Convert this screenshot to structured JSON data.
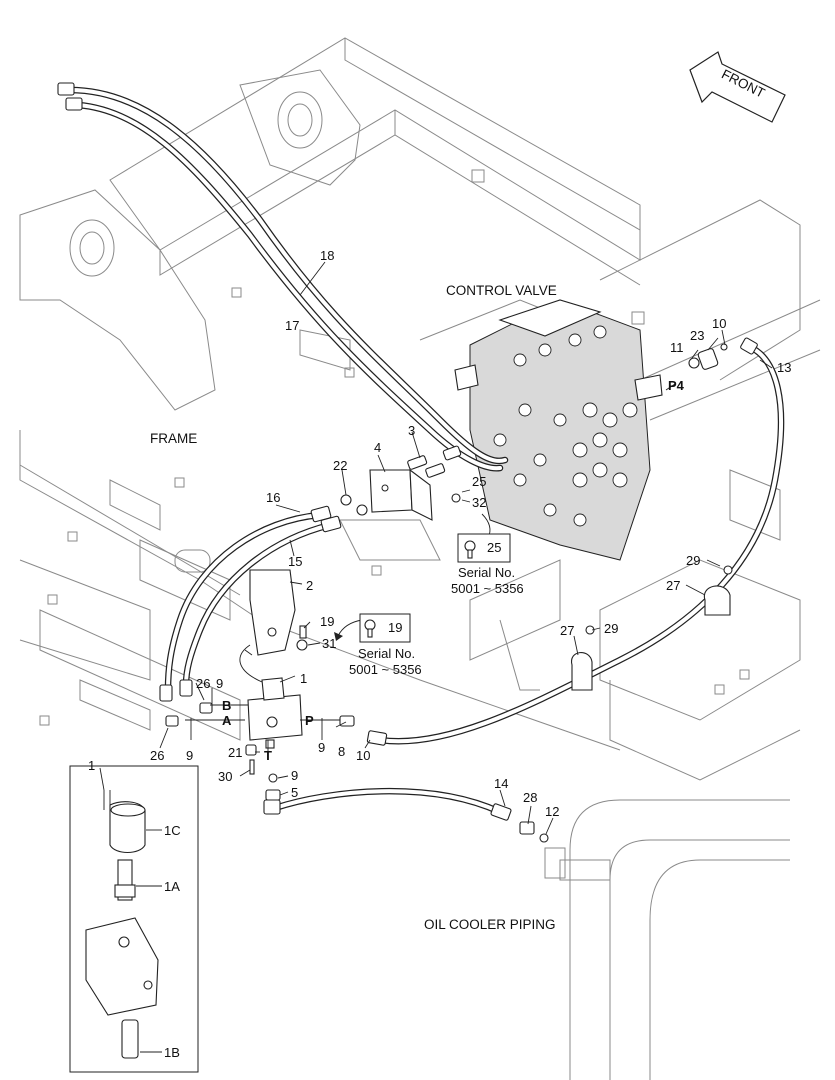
{
  "labels": {
    "control_valve": "CONTROL VALVE",
    "frame": "FRAME",
    "oil_cooler_piping": "OIL COOLER PIPING",
    "front": "FRONT"
  },
  "callouts": {
    "n1": "1",
    "n2": "2",
    "n3": "3",
    "n4": "4",
    "n5": "5",
    "n8": "8",
    "n9a": "9",
    "n9b": "9",
    "n9c": "9",
    "n9d": "9",
    "n10a": "10",
    "n10b": "10",
    "n11": "11",
    "n12": "12",
    "n13": "13",
    "n14": "14",
    "n15": "15",
    "n16": "16",
    "n17": "17",
    "n18": "18",
    "n19": "19",
    "n21": "21",
    "n22": "22",
    "n23": "23",
    "n25": "25",
    "n26a": "26",
    "n26b": "26",
    "n27a": "27",
    "n27b": "27",
    "n28": "28",
    "n29a": "29",
    "n29b": "29",
    "n30": "30",
    "n31": "31",
    "n32": "32",
    "n1_detail": "1",
    "n1A": "1A",
    "n1B": "1B",
    "n1C": "1C"
  },
  "ports": {
    "A": "A",
    "B": "B",
    "P": "P",
    "T": "T",
    "P4": "P4"
  },
  "serial_boxes": [
    {
      "part": "25",
      "title": "Serial No.",
      "range": "5001 ~ 5356"
    },
    {
      "part": "19",
      "title": "Serial No.",
      "range": "5001 ~ 5356"
    }
  ]
}
